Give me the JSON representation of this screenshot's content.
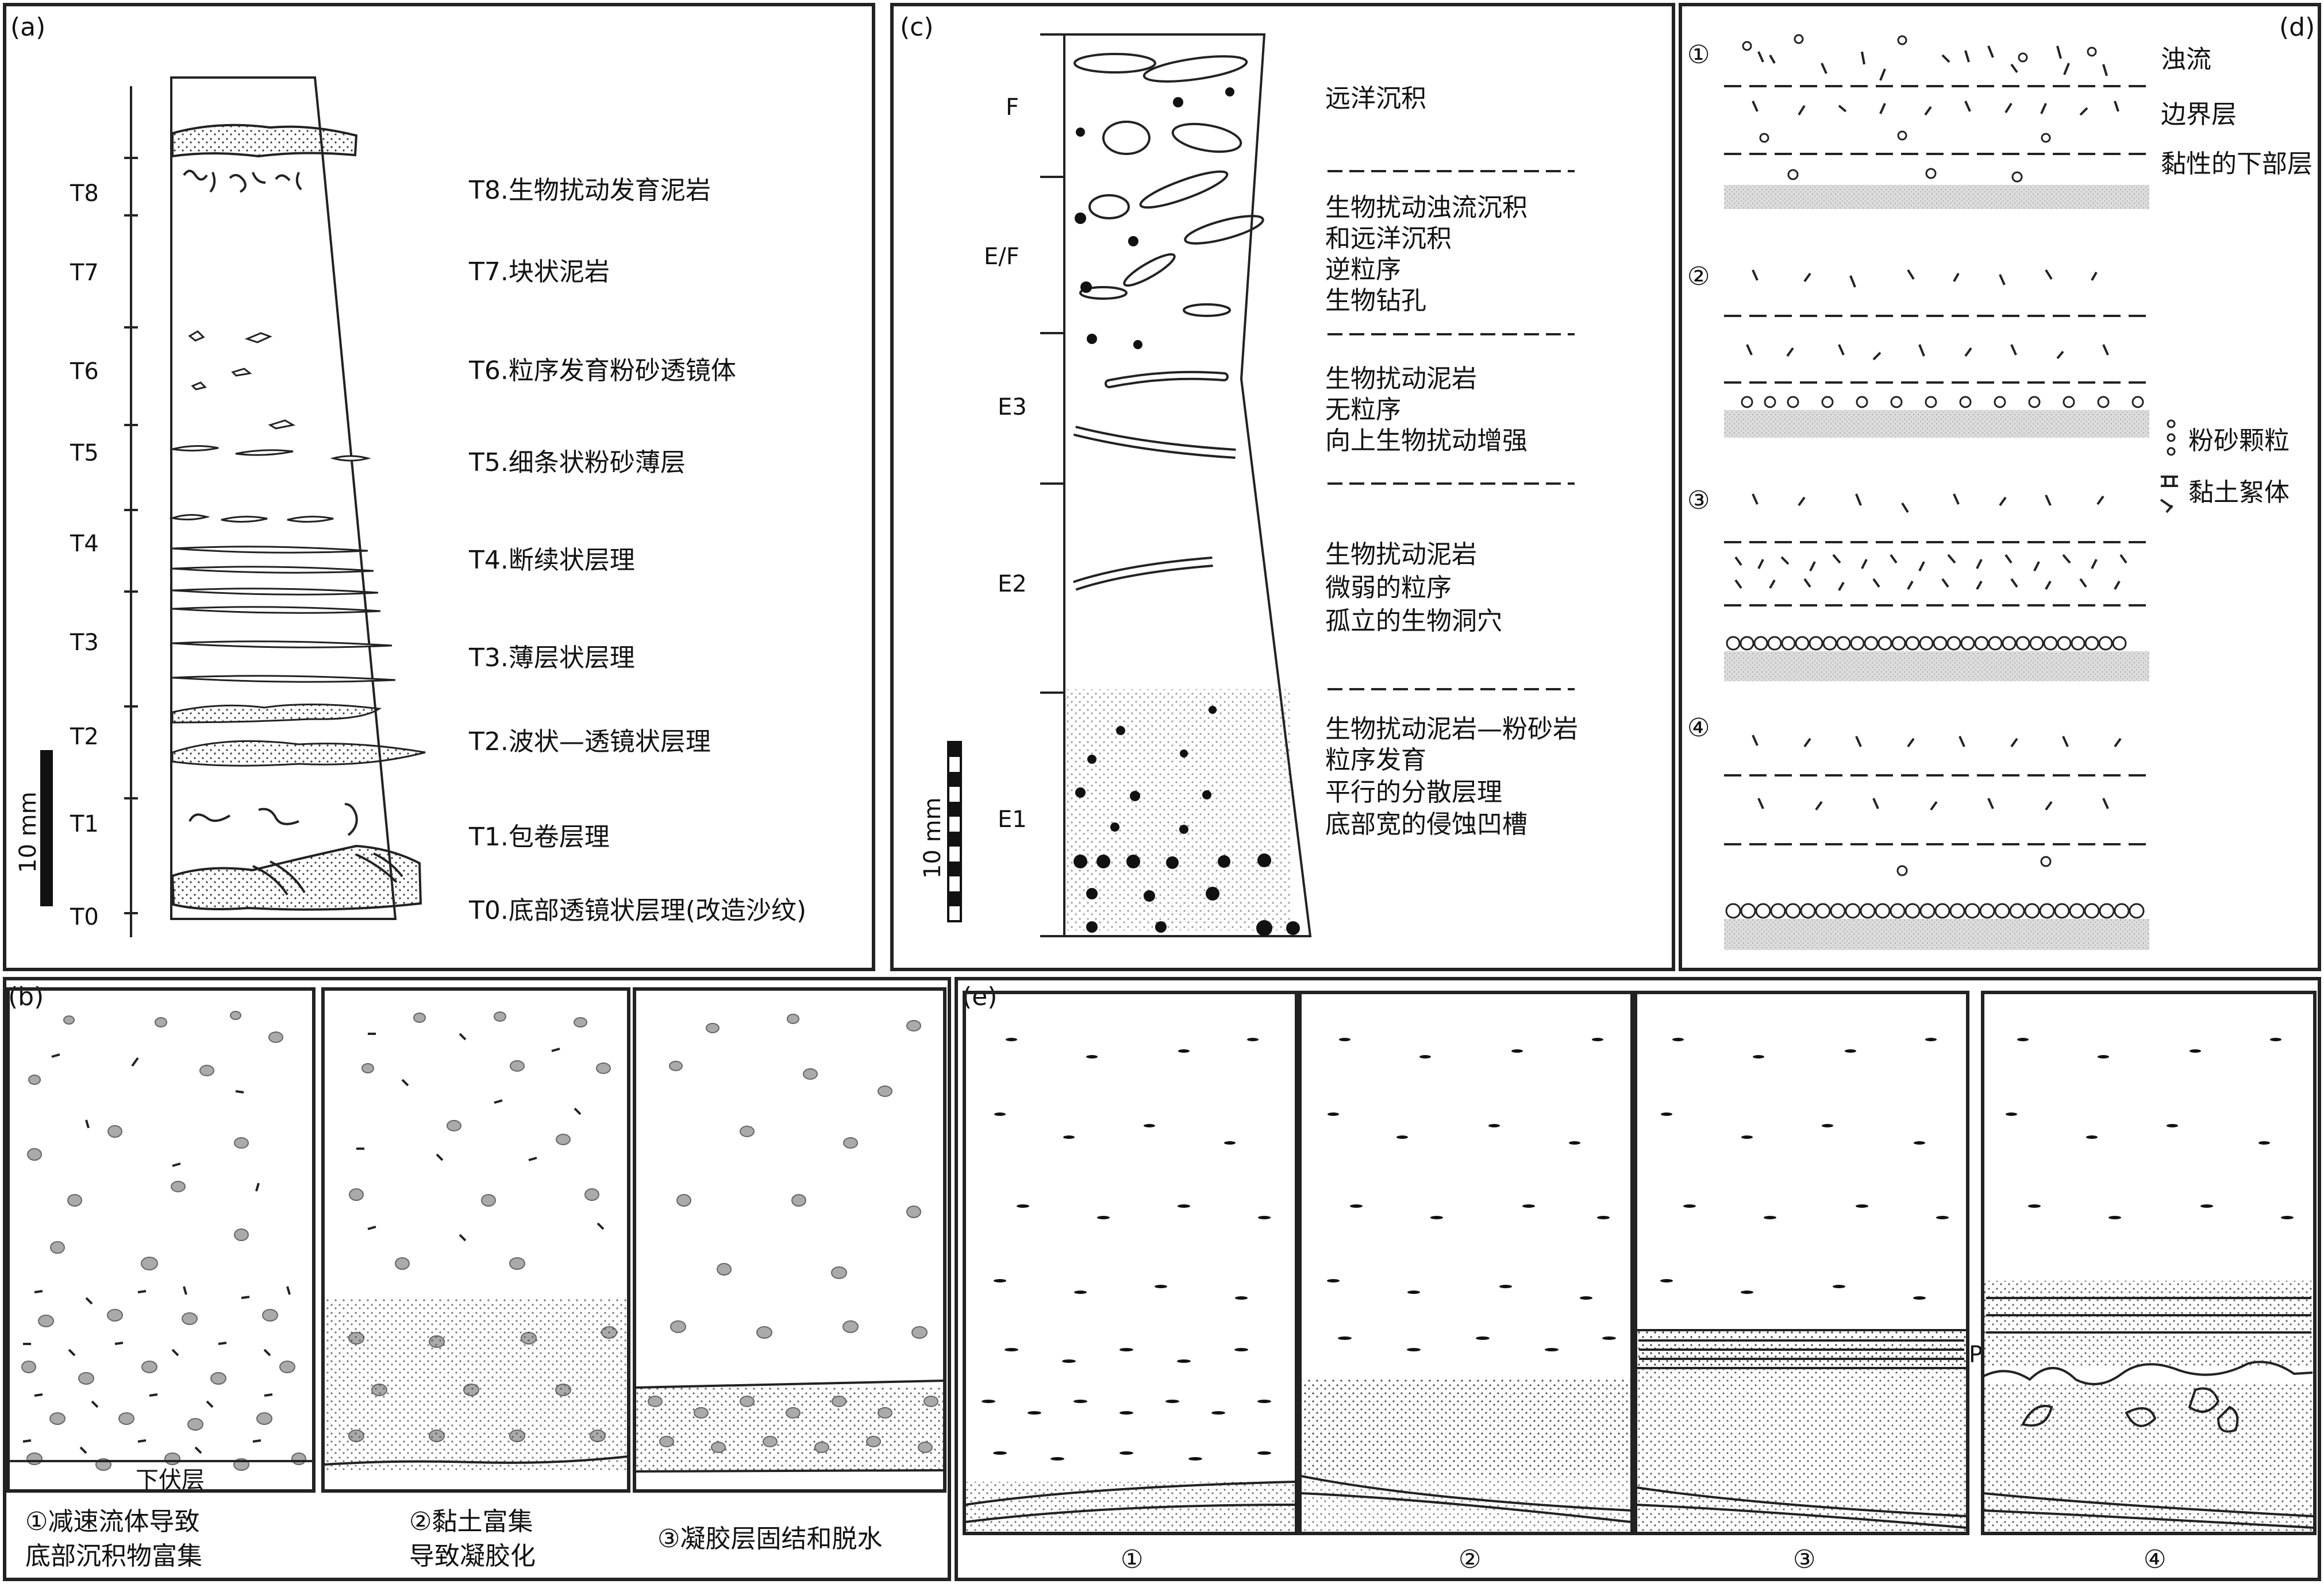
{
  "panel_a": {
    "label": "(a)",
    "ticks": [
      "T8",
      "T7",
      "T6",
      "T5",
      "T4",
      "T3",
      "T2",
      "T1",
      "T0"
    ],
    "descriptions": [
      "T8.生物扰动发育泥岩",
      "T7.块状泥岩",
      "T6.粒序发育粉砂透镜体",
      "T5.细条状粉砂薄层",
      "T4.断续状层理",
      "T3.薄层状层理",
      "T2.波状—透镜状层理",
      "T1.包卷层理",
      "T0.底部透镜状层理(改造沙纹)"
    ],
    "scale_label": "10 mm"
  },
  "panel_b": {
    "label": "(b)",
    "underlying": "下伏层",
    "captions": [
      [
        "①减速流体导致",
        "底部沉积物富集"
      ],
      [
        "②黏土富集",
        "导致凝胶化"
      ],
      [
        "③凝胶层固结和脱水"
      ]
    ]
  },
  "panel_c": {
    "label": "(c)",
    "units": [
      "F",
      "E/F",
      "E3",
      "E2",
      "E1"
    ],
    "descriptions": [
      [
        "远洋沉积"
      ],
      [
        "生物扰动浊流沉积",
        "和远洋沉积",
        "逆粒序",
        "生物钻孔"
      ],
      [
        "生物扰动泥岩",
        "无粒序",
        "向上生物扰动增强"
      ],
      [
        "生物扰动泥岩",
        "微弱的粒序",
        "孤立的生物洞穴"
      ],
      [
        "生物扰动泥岩—粉砂岩",
        "粒序发育",
        "平行的分散层理",
        "底部宽的侵蚀凹槽"
      ]
    ],
    "scale_label": "10 mm"
  },
  "panel_d": {
    "label": "(d)",
    "stage_marks": [
      "①",
      "②",
      "③",
      "④"
    ],
    "layer_labels": [
      "浊流",
      "边界层",
      "黏性的下部层"
    ],
    "legend": [
      "粉砂颗粒",
      "黏土絮体"
    ]
  },
  "panel_e": {
    "label": "(e)",
    "stage_marks": [
      "①",
      "②",
      "③",
      "④"
    ],
    "p_mark": "P"
  }
}
